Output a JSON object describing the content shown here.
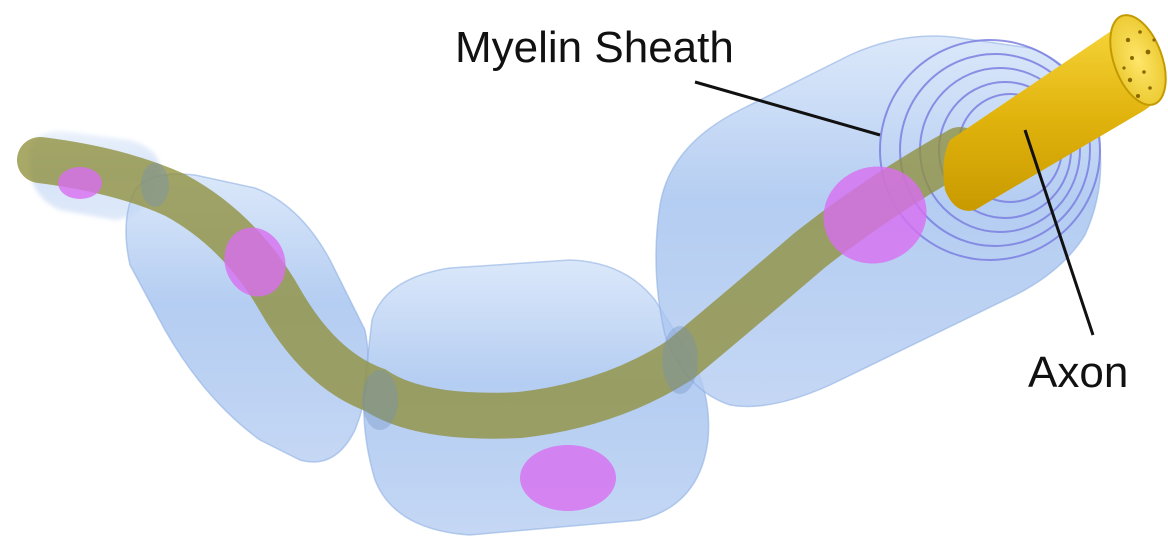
{
  "labels": {
    "myelin_sheath": "Myelin Sheath",
    "axon": "Axon"
  },
  "colors": {
    "background": "#ffffff",
    "sheath_fill": "#a9c6ef",
    "sheath_edge": "#7e9fd6",
    "axon_core": "#9c9b4a",
    "axon_tip": "#e8bd12",
    "axon_tip_dark": "#b38a00",
    "nucleus": "#d86ef0",
    "spiral": "#7b7fe0",
    "leader_line": "#111111"
  },
  "icons": {
    "nucleus": "schwann-cell-nucleus",
    "spiral": "myelin-wrap-spiral"
  }
}
